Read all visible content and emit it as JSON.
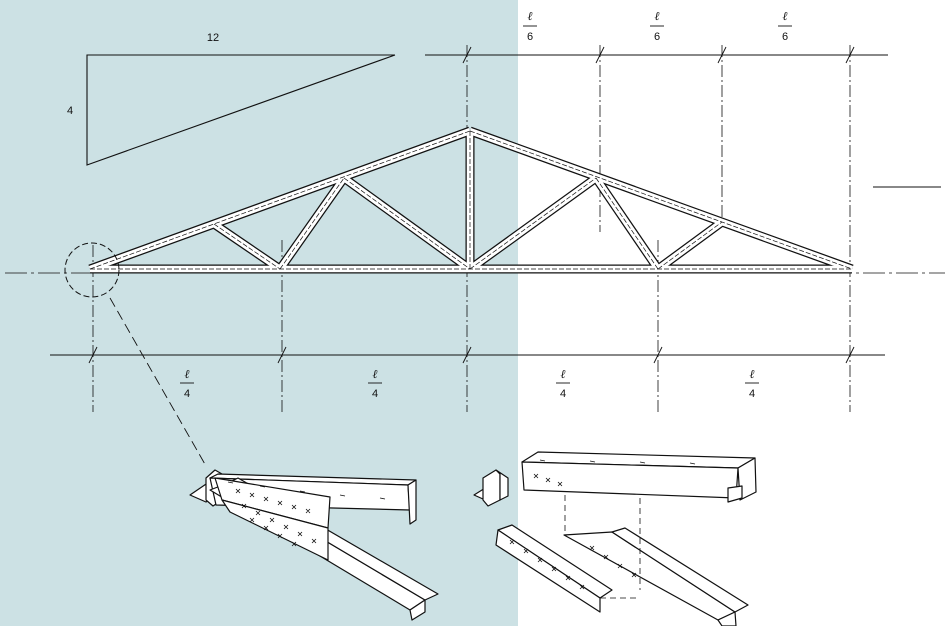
{
  "colors": {
    "panel_bg": "#cce1e4",
    "page_bg": "#ffffff",
    "ink": "#111111"
  },
  "slope": {
    "run": "12",
    "rise": "4"
  },
  "top_dims": [
    {
      "num": "ℓ",
      "den": "6"
    },
    {
      "num": "ℓ",
      "den": "6"
    },
    {
      "num": "ℓ",
      "den": "6"
    }
  ],
  "bottom_dims": [
    {
      "num": "ℓ",
      "den": "4"
    },
    {
      "num": "ℓ",
      "den": "4"
    },
    {
      "num": "ℓ",
      "den": "4"
    },
    {
      "num": "ℓ",
      "den": "4"
    }
  ]
}
